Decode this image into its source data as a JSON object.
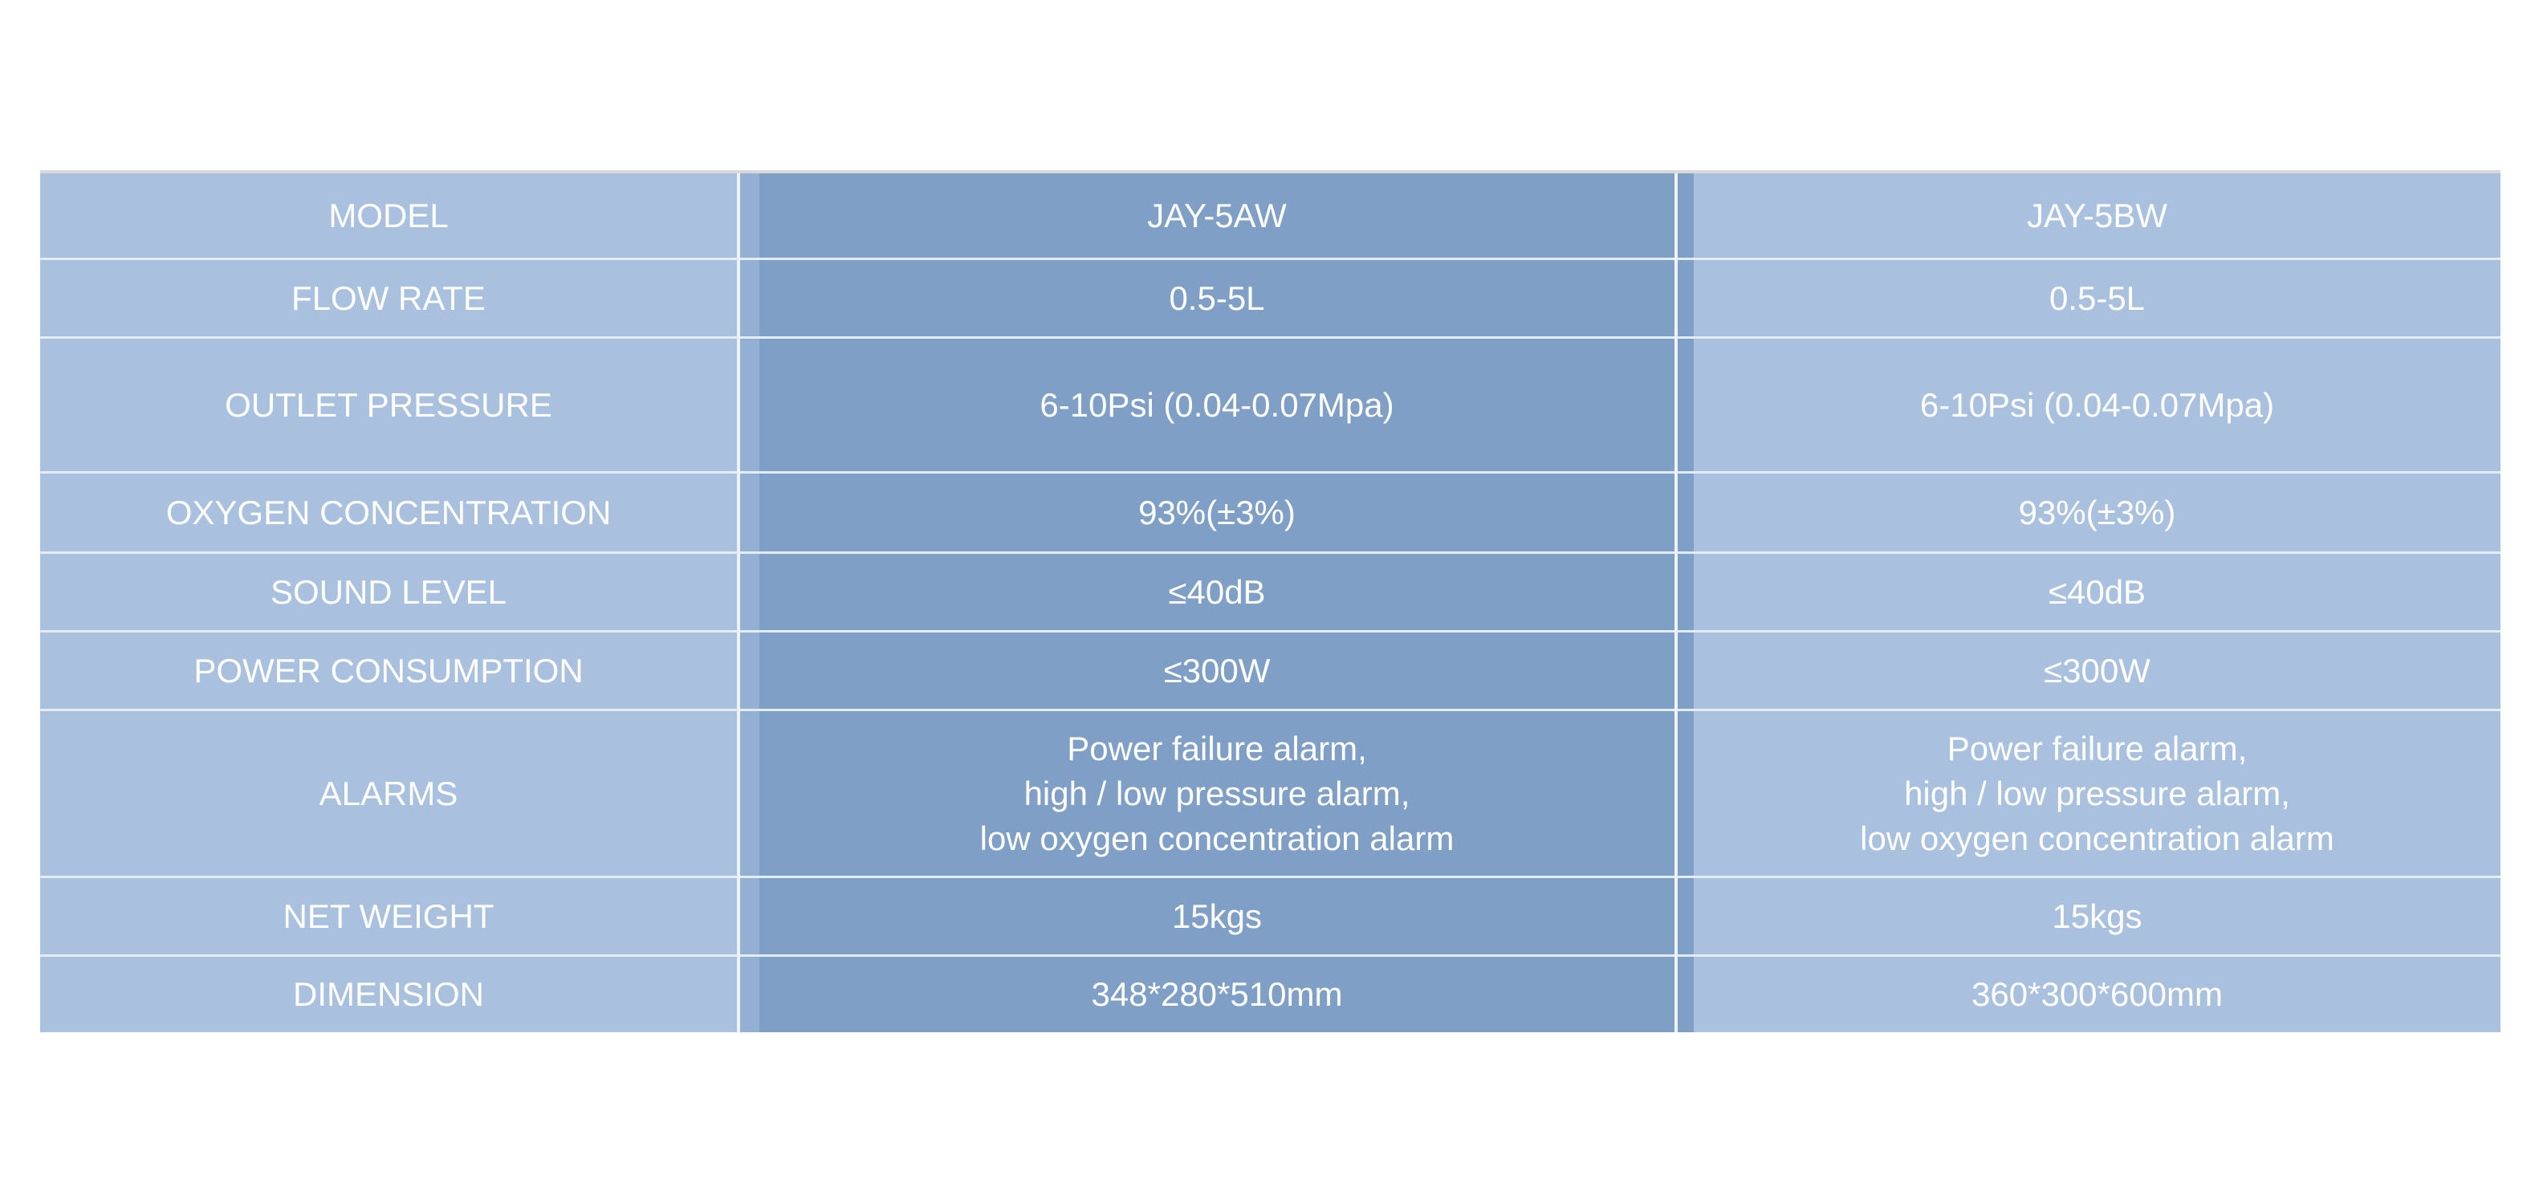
{
  "table": {
    "rows": [
      {
        "label": "MODEL",
        "a": [
          "JAY-5AW"
        ],
        "b": [
          "JAY-5BW"
        ]
      },
      {
        "label": "FLOW RATE",
        "a": [
          "0.5-5L"
        ],
        "b": [
          "0.5-5L"
        ]
      },
      {
        "label": "OUTLET PRESSURE",
        "a": [
          "6-10Psi (0.04-0.07Mpa)"
        ],
        "b": [
          "6-10Psi (0.04-0.07Mpa)"
        ]
      },
      {
        "label": "OXYGEN CONCENTRATION",
        "a": [
          "93%(±3%)"
        ],
        "b": [
          "93%(±3%)"
        ]
      },
      {
        "label": "SOUND LEVEL",
        "a": [
          "≤40dB"
        ],
        "b": [
          "≤40dB"
        ]
      },
      {
        "label": "POWER CONSUMPTION",
        "a": [
          "≤300W"
        ],
        "b": [
          "≤300W"
        ]
      },
      {
        "label": "ALARMS",
        "a": [
          "Power failure alarm,",
          "high / low pressure alarm,",
          "low oxygen concentration alarm"
        ],
        "b": [
          "Power failure alarm,",
          "high / low pressure alarm,",
          "low oxygen concentration alarm"
        ]
      },
      {
        "label": "NET WEIGHT",
        "a": [
          "15kgs"
        ],
        "b": [
          "15kgs"
        ]
      },
      {
        "label": "DIMENSION",
        "a": [
          "348*280*510mm"
        ],
        "b": [
          "360*300*600mm"
        ]
      }
    ]
  },
  "colors": {
    "label_bg": "#a9c0de",
    "highlight_bg": "#7f9fc6",
    "text": "#ffffff"
  }
}
